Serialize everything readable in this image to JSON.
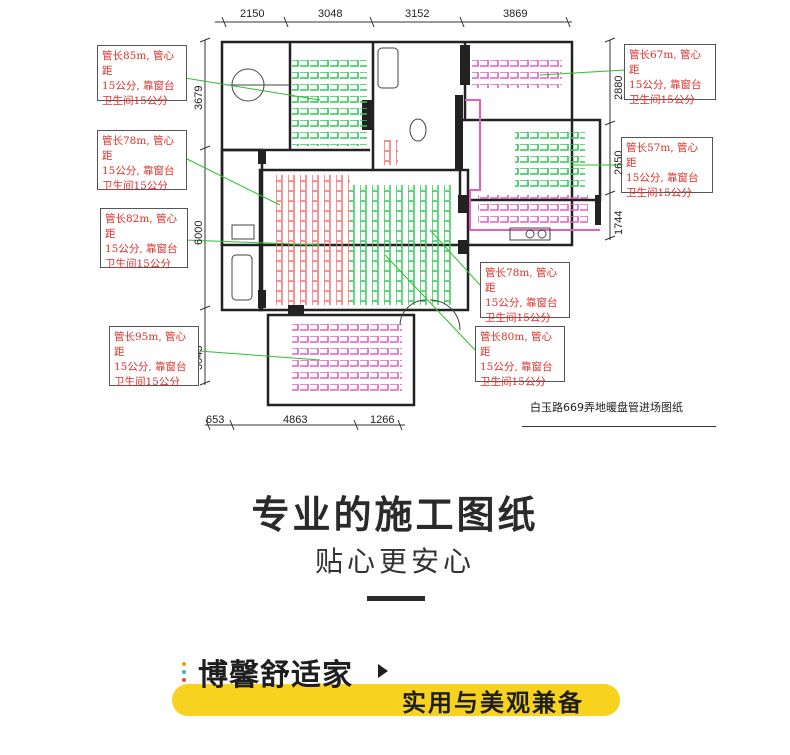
{
  "plan": {
    "dimensions_top": [
      "2150",
      "3048",
      "3152",
      "3869"
    ],
    "dimensions_bottom": [
      "653",
      "4863",
      "1266"
    ],
    "dimensions_left": [
      "3679",
      "6000",
      "3045"
    ],
    "dimensions_right": [
      "2880",
      "2650",
      "1744"
    ],
    "notes": [
      "管长85m, 管心距\n15公分, 靠窗台\n卫生间15公分",
      "管长78m, 管心距\n15公分, 靠窗台\n卫生间15公分",
      "管长82m, 管心距\n15公分, 靠窗台\n卫生间15公分",
      "管长95m, 管心距\n15公分, 靠窗台\n卫生间15公分",
      "管长67m, 管心距\n15公分, 靠窗台\n卫生间15公分",
      "管长57m, 管心距\n15公分, 靠窗台\n卫生间15公分",
      "管长78m, 管心距\n15公分, 靠窗台\n卫生间15公分",
      "管长80m, 管心距\n15公分, 靠窗台\n卫生间15公分"
    ],
    "caption": "白玉路669弄地暖盘管进场图纸",
    "colors": {
      "pipe_green": "#34c759",
      "pipe_red": "#f07070",
      "pipe_pink": "#e060c0",
      "leader_green": "#30c030",
      "note_text": "#e0302a"
    }
  },
  "headline": {
    "title": "专业的施工图纸",
    "subtitle": "贴心更安心"
  },
  "brand": {
    "name": "博馨舒适家",
    "tagline": "实用与美观兼备",
    "bar_color": "#f7d21e",
    "dot_colors": [
      "#f39c12",
      "#3ab0e0",
      "#e74c3c"
    ]
  }
}
